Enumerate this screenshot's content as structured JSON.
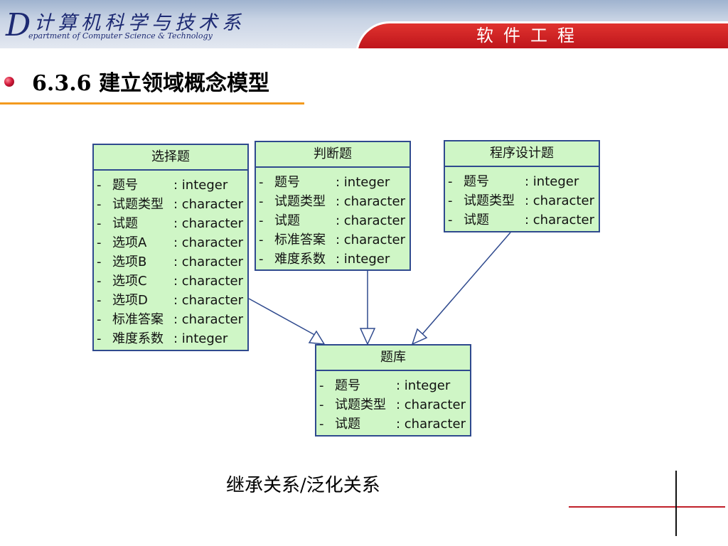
{
  "header": {
    "logo_letter": "D",
    "department": "计算机科学与技术系",
    "department_en": "epartment of Computer Science & Technology",
    "course": "软件工程"
  },
  "slide": {
    "title": "6.3.6 建立领域概念模型",
    "caption": "继承关系/泛化关系"
  },
  "diagram": {
    "classes": [
      {
        "name": "选择题",
        "attributes": [
          {
            "name": "题号",
            "type": ": integer"
          },
          {
            "name": "试题类型",
            "type": ": character"
          },
          {
            "name": "试题",
            "type": ": character"
          },
          {
            "name": "选项A",
            "type": ": character"
          },
          {
            "name": "选项B",
            "type": ": character"
          },
          {
            "name": "选项C",
            "type": ": character"
          },
          {
            "name": "选项D",
            "type": ": character"
          },
          {
            "name": "标准答案",
            "type": ": character"
          },
          {
            "name": "难度系数",
            "type": ": integer"
          }
        ]
      },
      {
        "name": "判断题",
        "attributes": [
          {
            "name": "题号",
            "type": ": integer"
          },
          {
            "name": "试题类型",
            "type": ": character"
          },
          {
            "name": "试题",
            "type": ": character"
          },
          {
            "name": "标准答案",
            "type": ": character"
          },
          {
            "name": "难度系数",
            "type": ": integer"
          }
        ]
      },
      {
        "name": "程序设计题",
        "attributes": [
          {
            "name": "题号",
            "type": ": integer"
          },
          {
            "name": "试题类型",
            "type": ": character"
          },
          {
            "name": "试题",
            "type": ": character"
          }
        ]
      },
      {
        "name": "题库",
        "attributes": [
          {
            "name": "题号",
            "type": ": integer"
          },
          {
            "name": "试题类型",
            "type": ": character"
          },
          {
            "name": "试题",
            "type": ": character"
          }
        ]
      }
    ],
    "relations": [
      {
        "from": "选择题",
        "to": "题库",
        "kind": "generalization"
      },
      {
        "from": "判断题",
        "to": "题库",
        "kind": "generalization"
      },
      {
        "from": "程序设计题",
        "to": "题库",
        "kind": "generalization"
      }
    ]
  },
  "colors": {
    "class_fill": "#cff6c6",
    "class_border": "#2f4a8e",
    "accent_red": "#c0202a",
    "underline_orange": "#f39a1e"
  }
}
